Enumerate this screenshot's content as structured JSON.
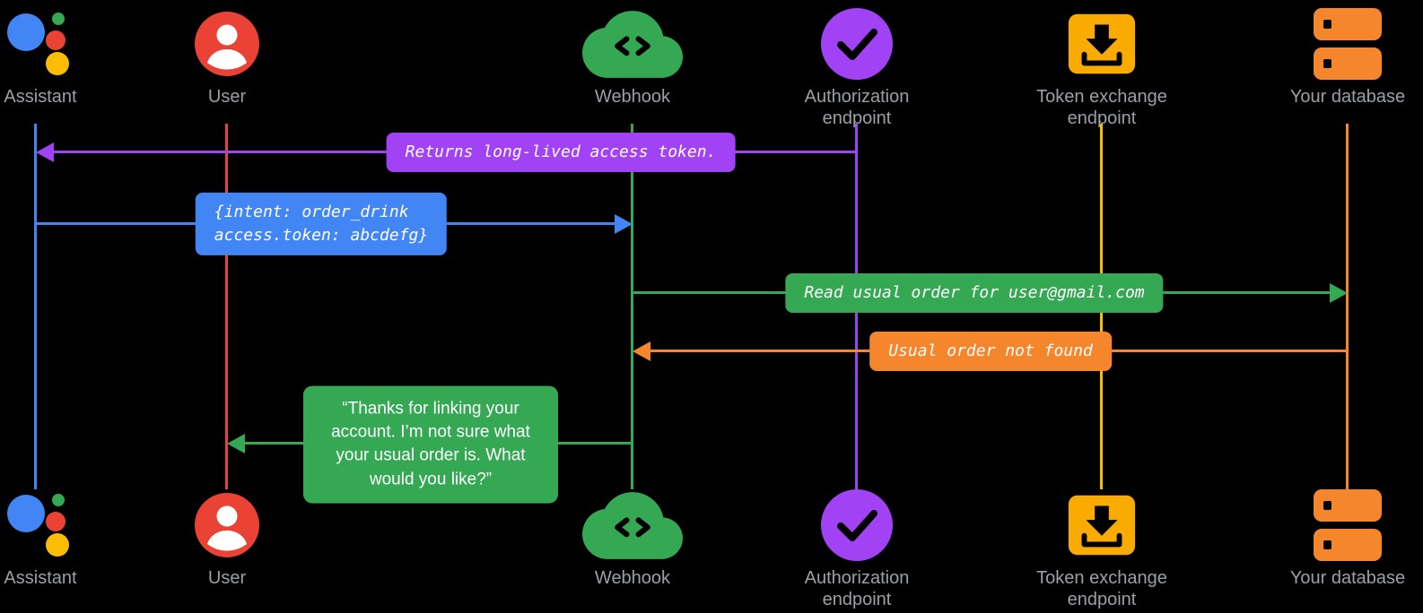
{
  "actors": [
    {
      "id": "assistant",
      "label": "Assistant",
      "color": "#4285f4",
      "icon": "google-assistant-logo"
    },
    {
      "id": "user",
      "label": "User",
      "color": "#ea4335",
      "icon": "person-icon"
    },
    {
      "id": "webhook",
      "label": "Webhook",
      "color": "#34a853",
      "icon": "cloud-code-icon"
    },
    {
      "id": "authorization-endpoint",
      "label": "Authorization endpoint",
      "color": "#a142f4",
      "icon": "check-circle-icon"
    },
    {
      "id": "token-exchange-endpoint",
      "label": "Token exchange endpoint",
      "color": "#fbbc04",
      "icon": "token-inbox-icon"
    },
    {
      "id": "your-database",
      "label": "Your database",
      "color": "#f5862c",
      "icon": "database-icon"
    }
  ],
  "messages": [
    {
      "from": "authorization-endpoint",
      "to": "assistant",
      "direction": "left",
      "color": "#a142f4",
      "text": "Returns long-lived access token."
    },
    {
      "from": "assistant",
      "to": "webhook",
      "direction": "right",
      "color": "#4285f4",
      "lines": [
        "{intent: order_drink",
        "access.token: abcdefg}"
      ]
    },
    {
      "from": "webhook",
      "to": "your-database",
      "direction": "right",
      "color": "#34a853",
      "text": "Read usual order for user@gmail.com"
    },
    {
      "from": "your-database",
      "to": "webhook",
      "direction": "left",
      "color": "#f5862c",
      "text": "Usual order not found"
    },
    {
      "from": "webhook",
      "to": "user",
      "direction": "left",
      "color": "#34a853",
      "text": "“Thanks for linking your account. I’m not sure what your usual order is. What would you like?”"
    }
  ],
  "label_text_color": "#9aa0a6",
  "background_color": "#000000"
}
